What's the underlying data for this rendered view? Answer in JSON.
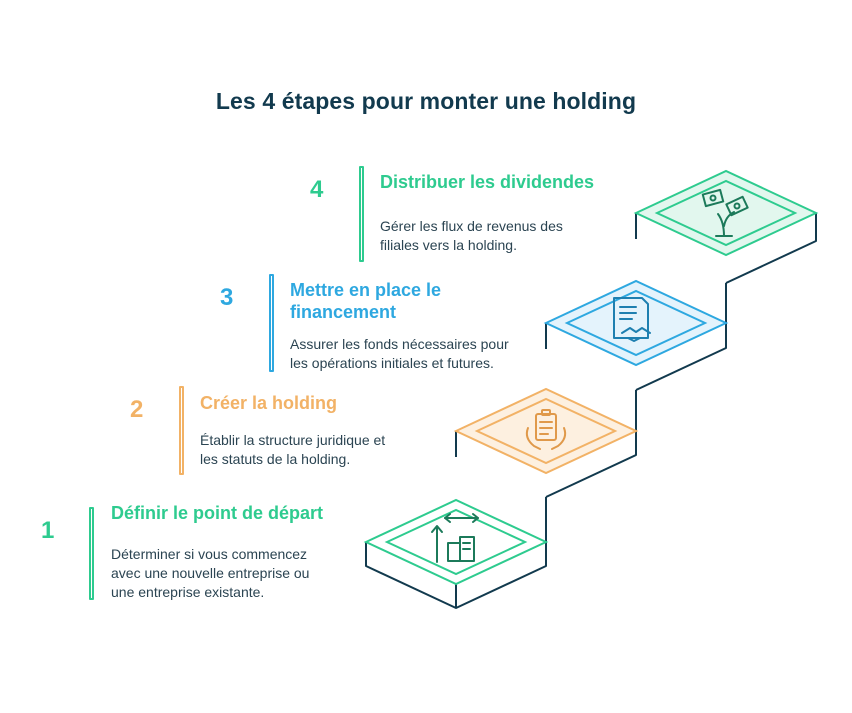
{
  "title": "Les 4 étapes pour monter une holding",
  "steps": [
    {
      "number": "1",
      "title": "Définir le point de départ",
      "description_lines": [
        "Déterminer si vous commencez",
        "avec une nouvelle entreprise ou",
        "une entreprise existante."
      ],
      "color": "#2ecb8f",
      "icon": "growth-chart-icon"
    },
    {
      "number": "2",
      "title": "Créer la holding",
      "description_lines": [
        "Établir la structure juridique et",
        "les statuts de la holding."
      ],
      "color": "#f2b266",
      "icon": "document-hands-icon"
    },
    {
      "number": "3",
      "title_lines": [
        "Mettre en place le",
        "financement"
      ],
      "description_lines": [
        "Assurer les fonds nécessaires pour",
        "les opérations initiales et futures."
      ],
      "color": "#2ea8e0",
      "icon": "contract-handshake-icon"
    },
    {
      "number": "4",
      "title": "Distribuer les dividendes",
      "description_lines": [
        "Gérer les flux de revenus des",
        "filiales vers la holding."
      ],
      "color": "#2ecb8f",
      "icon": "money-plant-icon"
    }
  ],
  "colors": {
    "title": "#123a4e",
    "outline": "#123a4e",
    "green": "#2ecb8f",
    "orange": "#f2b266",
    "blue": "#2ea8e0"
  }
}
